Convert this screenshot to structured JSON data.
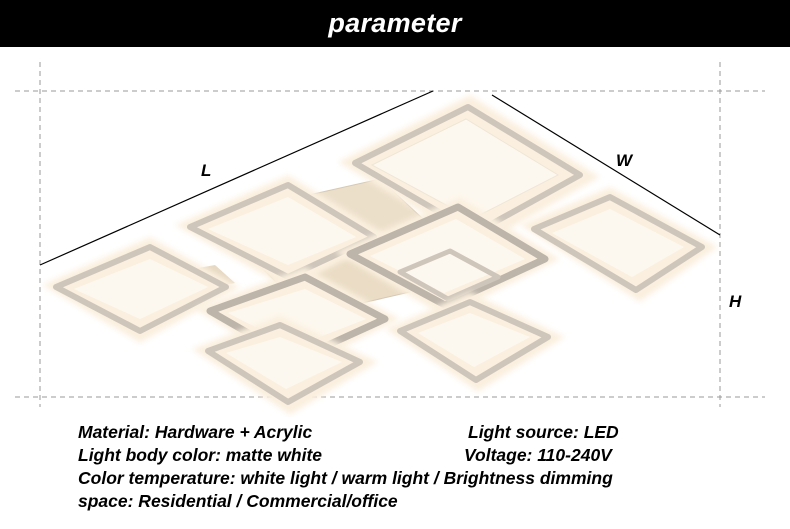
{
  "header": {
    "title": "parameter"
  },
  "dimensions": {
    "length_label": "L",
    "width_label": "W",
    "height_label": "H"
  },
  "specs": {
    "material": "Material: Hardware + Acrylic",
    "light_source": "Light source: LED",
    "body_color": "Light body color: matte white",
    "voltage": "Voltage: 110-240V",
    "color_temperature": "Color temperature: white light / warm light / Brightness dimming",
    "space": "space: Residential / Commercial/office"
  },
  "colors": {
    "banner": "#000000",
    "frame_outer": "#fbf0df",
    "frame_inner": "#d9d0c6",
    "panel": "#eadcc5"
  }
}
